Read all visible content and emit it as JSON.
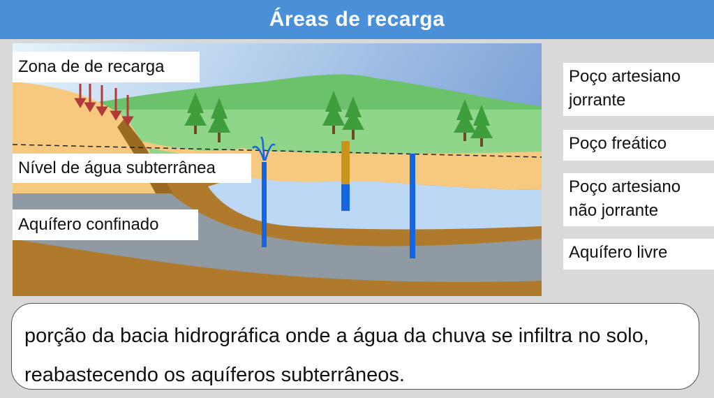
{
  "title": "Áreas de recarga",
  "diagram_labels": {
    "zona": "Zona de de recarga",
    "nivel": "Nível de água subterrânea",
    "confinado": "Aquífero confinado"
  },
  "options": [
    "Poço artesiano jorrante",
    "Poço freático",
    "Poço artesiano não jorrante",
    "Aquífero livre"
  ],
  "definition": "porção da bacia hidrográfica onde a água da chuva se infiltra no solo, reabastecendo os aquíferos subterrâneos.",
  "colors": {
    "title_bar": "#4a90d9",
    "sand": "#f7c97e",
    "clay": "#b07a2c",
    "aquifer_free": "#bcd8f5",
    "aquifer_confined": "#8f9aa3",
    "grass": "#8fd68b",
    "well_blue": "#1565e0",
    "well_gold": "#c8941a",
    "arrow": "#b03a3a"
  }
}
